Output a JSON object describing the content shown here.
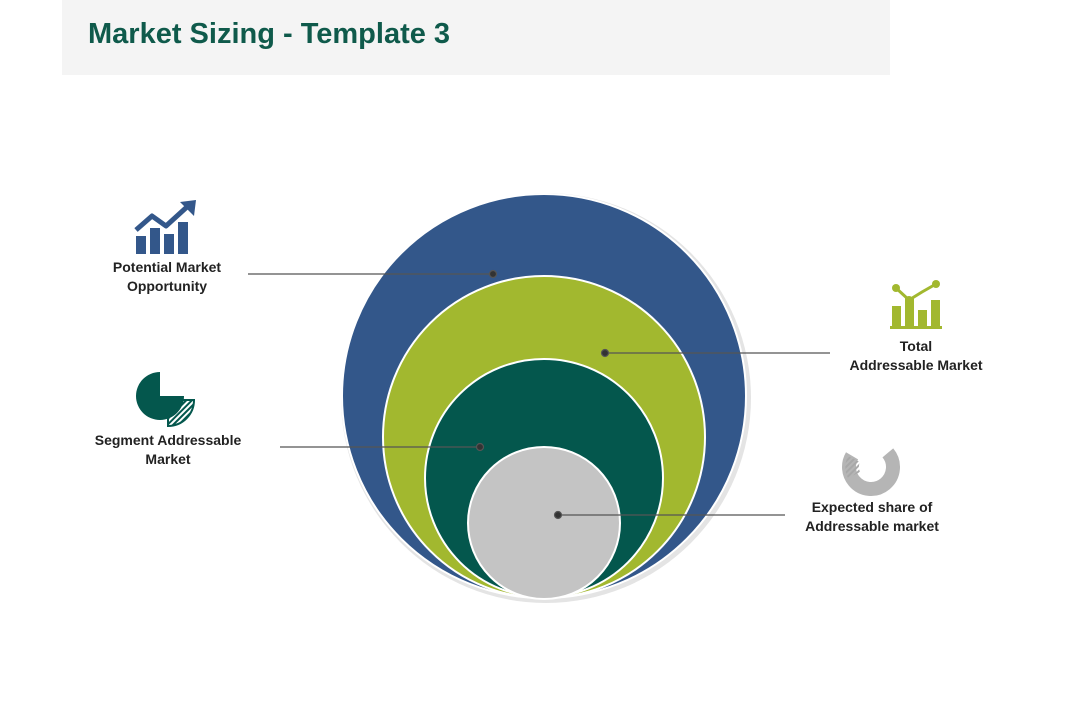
{
  "header": {
    "title": "Market Sizing - Template 3"
  },
  "colors": {
    "potential": "#33578a",
    "total": "#a2b82f",
    "segment": "#04574d",
    "expected": "#c4c4c4"
  },
  "labels": {
    "potential": {
      "line1": "Potential Market",
      "line2": "Opportunity",
      "icon": "growth-chart-icon"
    },
    "total": {
      "line1": "Total",
      "line2": "Addressable Market",
      "icon": "line-bar-chart-icon"
    },
    "segment": {
      "line1": "Segment Addressable",
      "line2": "Market",
      "icon": "pie-chart-icon"
    },
    "expected": {
      "line1": "Expected share of",
      "line2": "Addressable market",
      "icon": "donut-chart-icon"
    }
  }
}
